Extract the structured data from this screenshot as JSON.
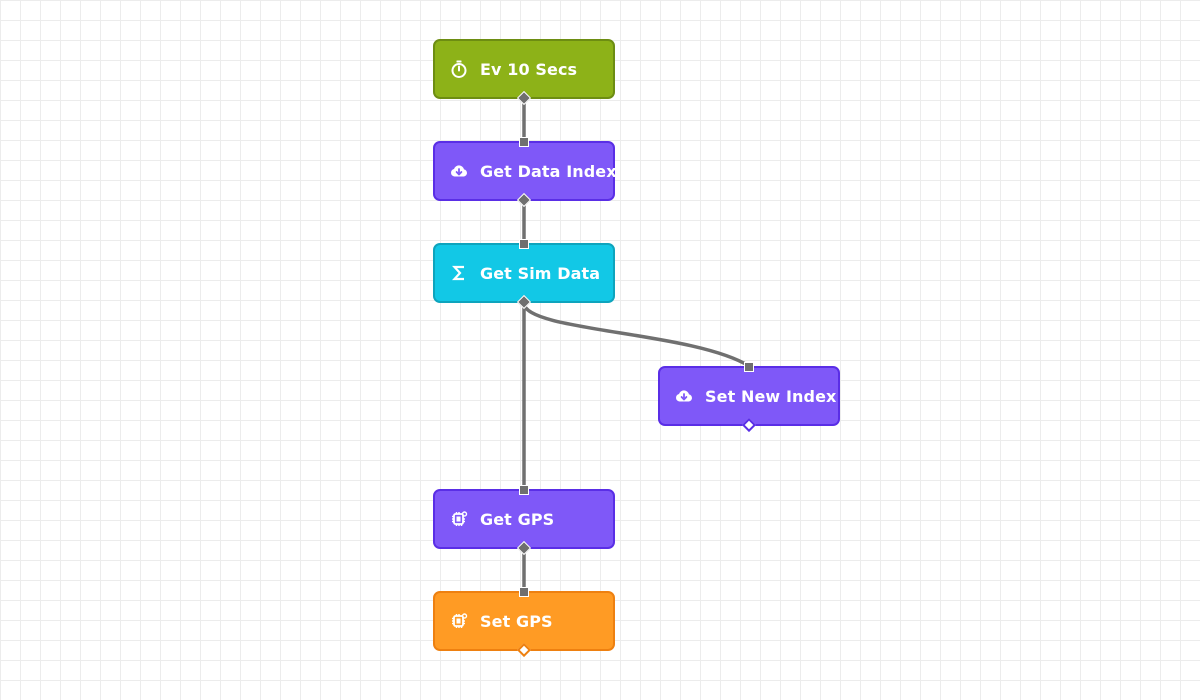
{
  "nodes": [
    {
      "id": "n1",
      "label": "Ev 10 Secs",
      "icon": "stopwatch-icon",
      "color": "#8db218",
      "border": "#6d8d12"
    },
    {
      "id": "n2",
      "label": "Get Data Index",
      "icon": "cloud-download-icon",
      "color": "#7f58f8",
      "border": "#5a2ee6"
    },
    {
      "id": "n3",
      "label": "Get Sim Data",
      "icon": "sigma-icon",
      "color": "#12c8e6",
      "border": "#0ea4bd"
    },
    {
      "id": "n4",
      "label": "Set New Index",
      "icon": "cloud-download-icon",
      "color": "#7f58f8",
      "border": "#5a2ee6"
    },
    {
      "id": "n5",
      "label": "Get GPS",
      "icon": "chip-icon",
      "color": "#7f58f8",
      "border": "#5a2ee6"
    },
    {
      "id": "n6",
      "label": "Set GPS",
      "icon": "chip-icon",
      "color": "#ff9b24",
      "border": "#ee8010"
    }
  ],
  "connections": [
    {
      "from": "n1",
      "to": "n2"
    },
    {
      "from": "n2",
      "to": "n3"
    },
    {
      "from": "n3",
      "to": "n4"
    },
    {
      "from": "n3",
      "to": "n5"
    },
    {
      "from": "n5",
      "to": "n6"
    }
  ]
}
